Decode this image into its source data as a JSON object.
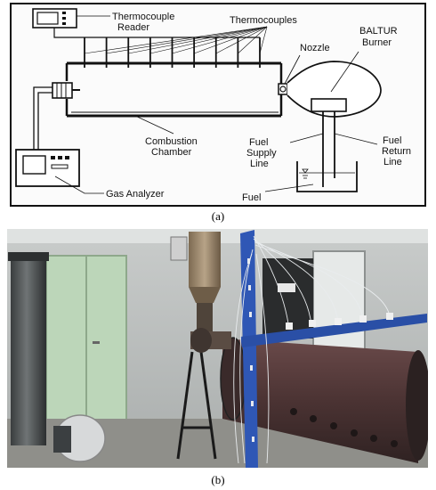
{
  "diagram": {
    "labels": {
      "thermocouple_reader": [
        "Thermocouple",
        "Reader"
      ],
      "thermocouples": "Thermocouples",
      "nozzle": "Nozzle",
      "burner": [
        "BALTUR",
        "Burner"
      ],
      "combustion_chamber": [
        "Combustion",
        "Chamber"
      ],
      "fuel_supply_line": [
        "Fuel",
        "Supply",
        "Line"
      ],
      "fuel_return_line": [
        "Fuel",
        "Return",
        "Line"
      ],
      "gas_analyzer": "Gas Analyzer",
      "fuel": "Fuel"
    },
    "thermocouple_count": 9
  },
  "captions": {
    "a": "(a)",
    "b": "(b)"
  },
  "photo": {
    "description_hidden": true
  }
}
